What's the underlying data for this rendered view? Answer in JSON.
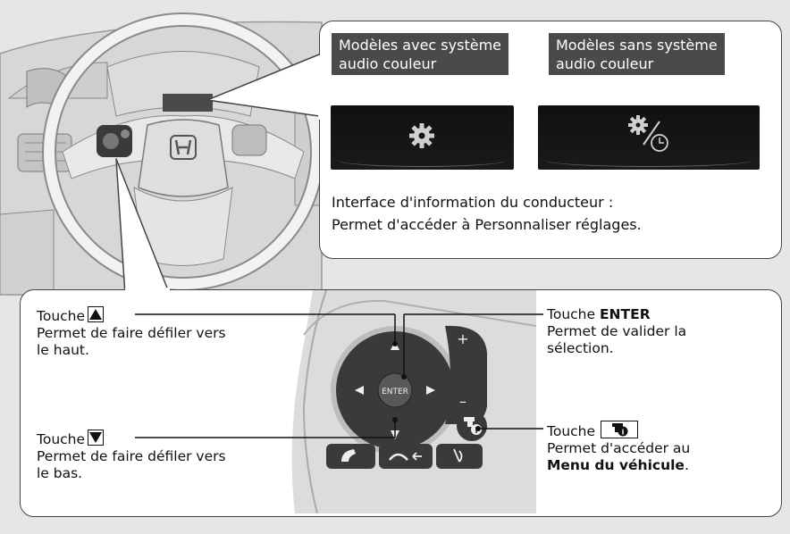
{
  "top_panel": {
    "label_color_audio": [
      "Modèles avec système",
      "audio couleur"
    ],
    "label_no_color_audio": [
      "Modèles sans système",
      "audio couleur"
    ],
    "description_line1": "Interface d'information du conducteur :",
    "description_line2": "Permet d'accéder à Personnaliser réglages."
  },
  "bottom_panel": {
    "up_button": {
      "prefix": "Touche",
      "line1": "Permet de faire défiler vers",
      "line2": "le haut."
    },
    "down_button": {
      "prefix": "Touche",
      "line1": "Permet de faire défiler vers",
      "line2": "le bas."
    },
    "enter_button": {
      "prefix": "Touche",
      "name": "ENTER",
      "line1": "Permet de valider la",
      "line2": "sélection."
    },
    "info_button": {
      "prefix": "Touche",
      "line1": "Permet d'accéder au",
      "line2_bold": "Menu du véhicule",
      "line2_end": "."
    },
    "pad_enter_label": "ENTER",
    "pad_plus": "+",
    "pad_minus": "–"
  },
  "colors": {
    "panel_border": "#444444",
    "chip_bg": "#4a4a4a",
    "background": "#e6e6e6",
    "screen_bg": "#151515"
  },
  "icons": [
    "gear-icon",
    "gear-clock-icon",
    "triangle-up-icon",
    "triangle-down-icon",
    "info-phone-icon",
    "phone-icon",
    "hangup-back-icon",
    "voice-icon",
    "honda-logo"
  ]
}
